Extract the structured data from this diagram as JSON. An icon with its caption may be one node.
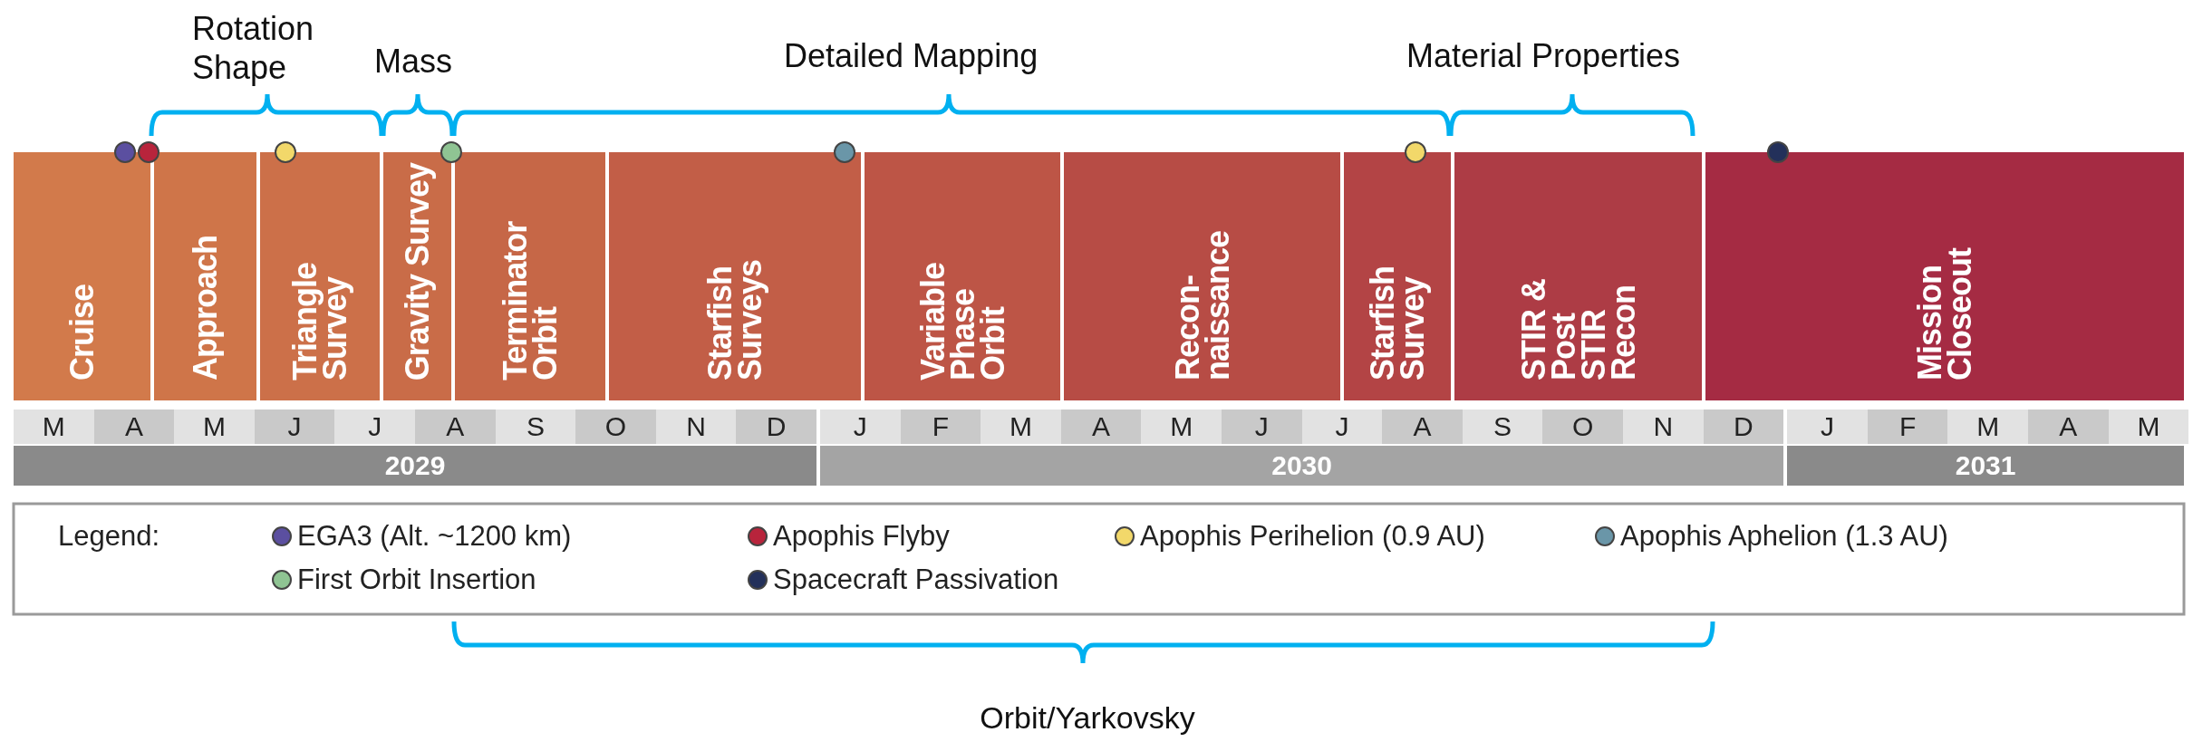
{
  "diagram": {
    "nodes": [
      {
        "text": [
          "Cruise"
        ]
      },
      {
        "text": [
          "Approach"
        ]
      },
      {
        "text": [
          "Triangle Survey"
        ]
      },
      {
        "text": [
          "Gravity Survey"
        ]
      },
      {
        "text": [
          "Terminator Orbit"
        ]
      },
      {
        "text": [
          "Starfish Surveys"
        ]
      },
      {
        "text": [
          "Variable Phase Orbit"
        ]
      },
      {
        "text": [
          "Recon- naissance"
        ]
      },
      {
        "text": [
          "Starfish Survey"
        ]
      },
      {
        "text": [
          "STIR & Post STIR Recon"
        ]
      },
      {
        "text": [
          "Mission Closeout"
        ]
      }
    ],
    "edges": [],
    "labels": [
      "Rotation Shape",
      "Mass",
      "Detailed Mapping",
      "Material Properties",
      "M",
      "A",
      "M",
      "J",
      "J",
      "A",
      "S",
      "O",
      "N",
      "D",
      "J",
      "F",
      "M",
      "A",
      "M",
      "J",
      "J",
      "A",
      "S",
      "O",
      "N",
      "D",
      "J",
      "F",
      "M",
      "A",
      "M",
      "2029",
      "2030",
      "2031",
      "Legend:",
      "Orbit/Yarkovsky"
    ],
    "legend": [
      {
        "text": "EGA3 (Alt. ~1200 km)",
        "color": "#5b4fa0"
      },
      {
        "text": "Apophis Flyby",
        "color": "#b8243c"
      },
      {
        "text": "Apophis Perihelion (0.9 AU)",
        "color": "#f2d86a"
      },
      {
        "text": "Apophis Aphelion (1.3 AU)",
        "color": "#6a96a8"
      },
      {
        "text": "First Orbit Insertion",
        "color": "#8fc493"
      },
      {
        "text": "Spacecraft Passivation",
        "color": "#23305a"
      }
    ]
  }
}
